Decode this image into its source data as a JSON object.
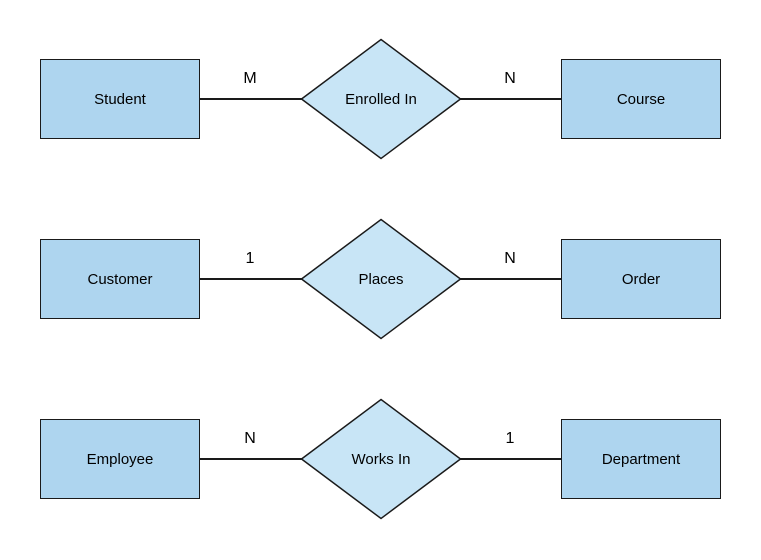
{
  "diagram": {
    "type": "entity-relationship-diagram",
    "rows": [
      {
        "left_entity": "Student",
        "left_cardinality": "M",
        "relationship": "Enrolled In",
        "right_cardinality": "N",
        "right_entity": "Course"
      },
      {
        "left_entity": "Customer",
        "left_cardinality": "1",
        "relationship": "Places",
        "right_cardinality": "N",
        "right_entity": "Order"
      },
      {
        "left_entity": "Employee",
        "left_cardinality": "N",
        "relationship": "Works In",
        "right_cardinality": "1",
        "right_entity": "Department"
      }
    ]
  },
  "colors": {
    "entity-fill": "#AED5EF",
    "relationship-fill": "#C8E5F6",
    "shape-stroke": "#1A1A1A",
    "text": "#000000",
    "background": "#FFFFFF"
  }
}
